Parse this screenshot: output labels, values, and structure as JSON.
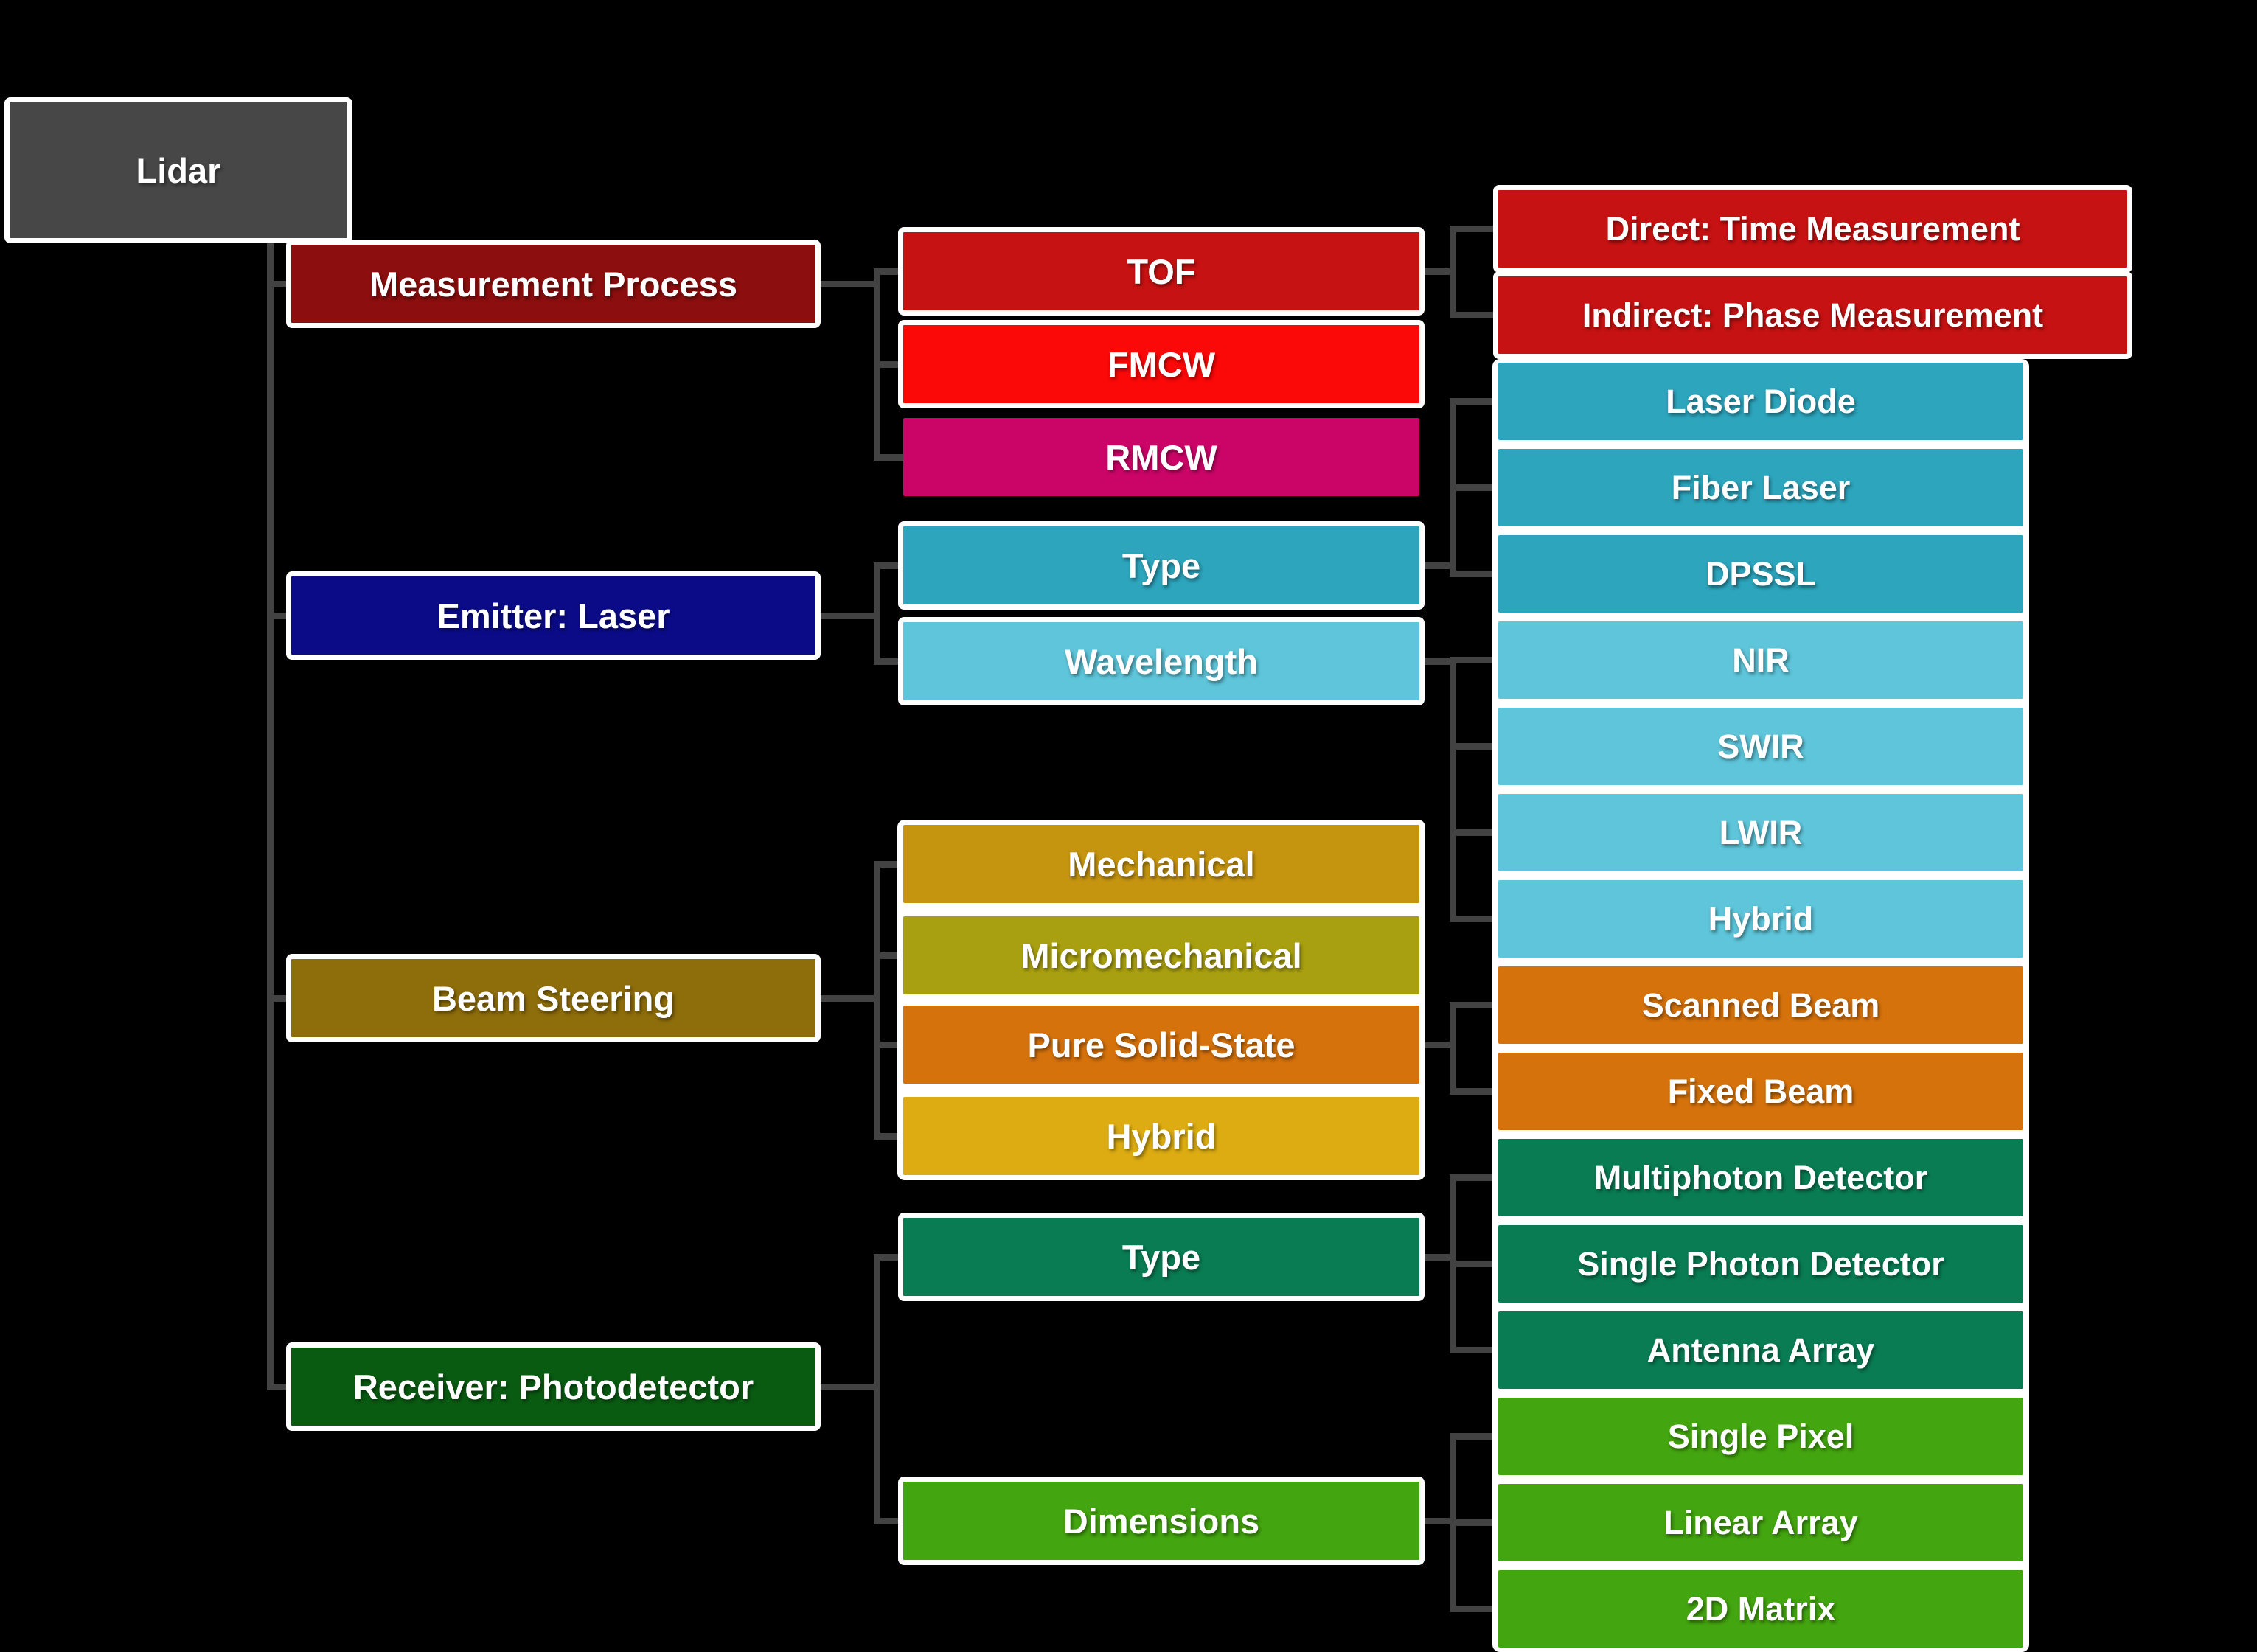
{
  "theme": {
    "background": "#000000",
    "connector": "#424242",
    "panel": "#FFFFFF",
    "text": "#FFFFFF"
  },
  "root": {
    "label": "Lidar",
    "color": "#474747"
  },
  "sections": {
    "measurement_process": {
      "label": "Measurement Process",
      "color": "#8D0E0E",
      "children": {
        "tof": {
          "label": "TOF",
          "color": "#C61212",
          "children": {
            "direct": {
              "label": "Direct: Time Measurement",
              "color": "#C61212"
            },
            "indirect": {
              "label": "Indirect: Phase Measurement",
              "color": "#C61212"
            }
          }
        },
        "fmcw": {
          "label": "FMCW",
          "color": "#FB0808"
        },
        "rmcw": {
          "label": "RMCW",
          "color": "#CA0567"
        }
      }
    },
    "emitter_laser": {
      "label": "Emitter: Laser",
      "color": "#0B0B87",
      "children": {
        "type": {
          "label": "Type",
          "color": "#2CA5BD",
          "children": {
            "laser_diode": {
              "label": "Laser Diode",
              "color": "#2CA5BD"
            },
            "fiber_laser": {
              "label": "Fiber Laser",
              "color": "#2CA5BD"
            },
            "dpssl": {
              "label": "DPSSL",
              "color": "#2CA5BD"
            }
          }
        },
        "wavelength": {
          "label": "Wavelength",
          "color": "#5EC5DA",
          "children": {
            "nir": {
              "label": "NIR",
              "color": "#5EC5DA"
            },
            "swir": {
              "label": "SWIR",
              "color": "#5EC5DA"
            },
            "lwir": {
              "label": "LWIR",
              "color": "#5EC5DA"
            },
            "hybrid": {
              "label": "Hybrid",
              "color": "#5EC5DA"
            }
          }
        }
      }
    },
    "beam_steering": {
      "label": "Beam Steering",
      "color": "#8E6D0B",
      "children": {
        "mechanical": {
          "label": "Mechanical",
          "color": "#C69510"
        },
        "micromechanical": {
          "label": "Micromechanical",
          "color": "#A9A011"
        },
        "pure_solid_state": {
          "label": "Pure Solid-State",
          "color": "#D5720C",
          "children": {
            "scanned_beam": {
              "label": "Scanned Beam",
              "color": "#D5720C"
            },
            "fixed_beam": {
              "label": "Fixed Beam",
              "color": "#D5720C"
            }
          }
        },
        "hybrid": {
          "label": "Hybrid",
          "color": "#DCAC12"
        }
      }
    },
    "receiver_photodetector": {
      "label": "Receiver: Photodetector",
      "color": "#0A5B12",
      "children": {
        "type": {
          "label": "Type",
          "color": "#097C54",
          "children": {
            "multiphoton_detector": {
              "label": "Multiphoton Detector",
              "color": "#097C54"
            },
            "single_photon_detector": {
              "label": "Single Photon Detector",
              "color": "#097C54"
            },
            "antenna_array": {
              "label": "Antenna Array",
              "color": "#097C54"
            }
          }
        },
        "dimensions": {
          "label": "Dimensions",
          "color": "#43A50F",
          "children": {
            "single_pixel": {
              "label": "Single Pixel",
              "color": "#43A50F"
            },
            "linear_array": {
              "label": "Linear Array",
              "color": "#43A50F"
            },
            "matrix_2d": {
              "label": "2D Matrix",
              "color": "#43A50F"
            }
          }
        }
      }
    }
  }
}
